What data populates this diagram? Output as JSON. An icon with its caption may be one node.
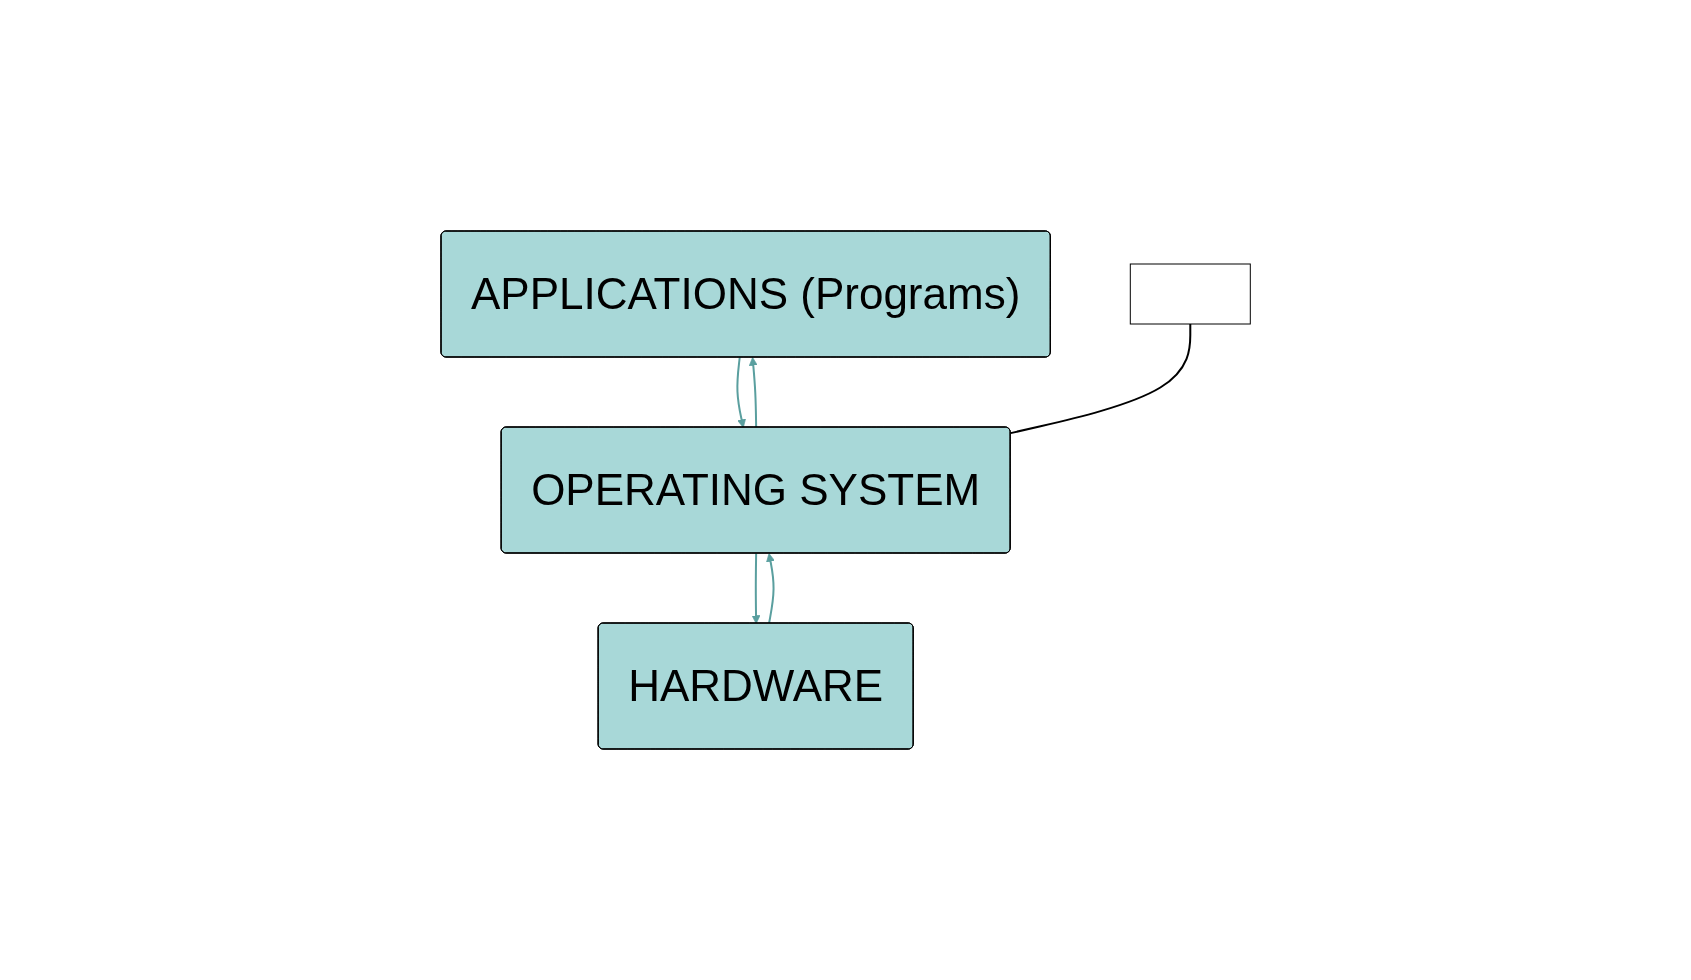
{
  "diagram": {
    "nodes": [
      {
        "text": [
          "APPLICATIONS (Programs)"
        ]
      },
      {
        "text": [
          "OPERATING SYSTEM"
        ]
      },
      {
        "text": [
          "HARDWARE"
        ]
      },
      {
        "text": [],
        "shape": "box"
      }
    ],
    "edges": [
      {
        "from": 0,
        "to": 1,
        "arrow": "to"
      },
      {
        "from": 1,
        "to": 0,
        "arrow": "to"
      },
      {
        "from": 1,
        "to": 2,
        "arrow": "to"
      },
      {
        "from": 2,
        "to": 1,
        "arrow": "to"
      },
      {
        "from": 3,
        "to": 1,
        "arrow": "none",
        "color": "#000000"
      }
    ]
  }
}
